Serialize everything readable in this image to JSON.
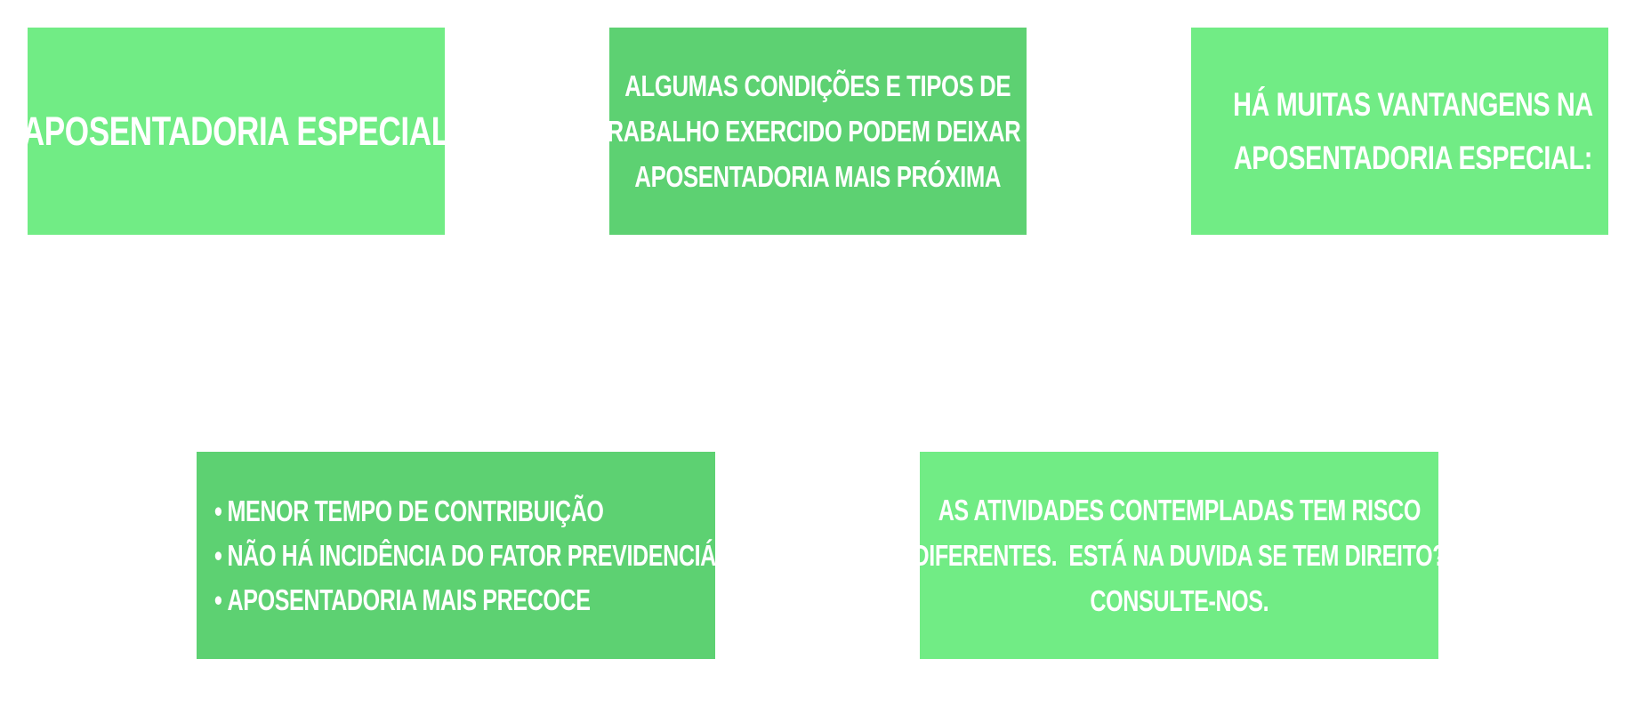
{
  "cards": {
    "title": {
      "lines": [
        "APOSENTADORIA ESPECIAL"
      ]
    },
    "conditions": {
      "lines": [
        "ALGUMAS CONDIÇÕES E TIPOS DE",
        "TRABALHO EXERCIDO PODEM DEIXAR A",
        "APOSENTADORIA MAIS PRÓXIMA"
      ]
    },
    "advantages_intro": {
      "lines": [
        "HÁ MUITAS VANTANGENS NA",
        "APOSENTADORIA ESPECIAL:"
      ]
    },
    "advantages_list": {
      "items": [
        "MENOR TEMPO DE CONTRIBUIÇÃO",
        "NÃO HÁ INCIDÊNCIA DO FATOR PREVIDENCIÁRIO",
        "APOSENTADORIA MAIS PRECOCE"
      ]
    },
    "contact": {
      "lines": [
        "AS ATIVIDADES CONTEMPLADAS TEM RISCO",
        "DIFERENTES.  ESTÁ NA DUVIDA SE TEM DIREITO?",
        "CONSULTE-NOS."
      ]
    }
  },
  "colors": {
    "card_light": "#71ec85",
    "card_mid": "#5dd172",
    "text": "#ffffff",
    "background": "#ffffff"
  }
}
